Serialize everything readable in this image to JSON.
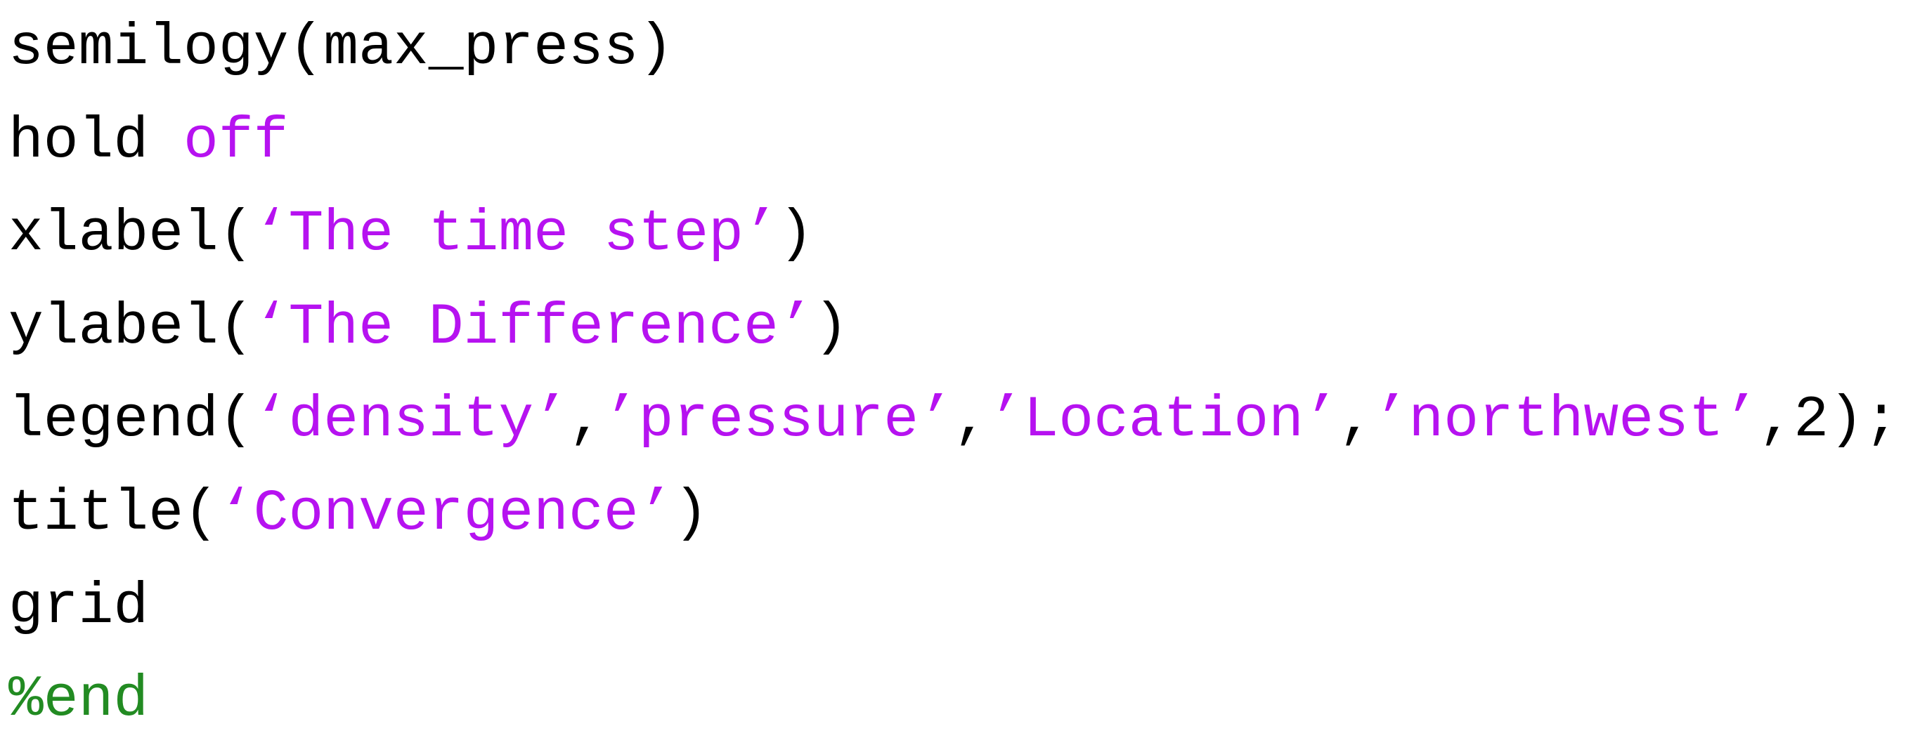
{
  "page": {
    "background": "#FFFFFF"
  },
  "colors": {
    "plain": "#000000",
    "string": "#B612F0",
    "comment": "#228B22"
  },
  "code": {
    "language": "matlab",
    "lines": [
      {
        "tokens": [
          {
            "type": "plain",
            "text": "semilogy(max_press)"
          }
        ]
      },
      {
        "tokens": [
          {
            "type": "plain",
            "text": "hold "
          },
          {
            "type": "string",
            "text": "off"
          }
        ]
      },
      {
        "tokens": [
          {
            "type": "plain",
            "text": "xlabel("
          },
          {
            "type": "string",
            "text": "‘The time step’"
          },
          {
            "type": "plain",
            "text": ")"
          }
        ]
      },
      {
        "tokens": [
          {
            "type": "plain",
            "text": "ylabel("
          },
          {
            "type": "string",
            "text": "‘The Difference’"
          },
          {
            "type": "plain",
            "text": ")"
          }
        ]
      },
      {
        "tokens": [
          {
            "type": "plain",
            "text": "legend("
          },
          {
            "type": "string",
            "text": "‘density’"
          },
          {
            "type": "plain",
            "text": ","
          },
          {
            "type": "string",
            "text": "’pressure’"
          },
          {
            "type": "plain",
            "text": ","
          },
          {
            "type": "string",
            "text": "’Location’"
          },
          {
            "type": "plain",
            "text": ","
          },
          {
            "type": "string",
            "text": "’northwest’"
          },
          {
            "type": "plain",
            "text": ",2);"
          }
        ]
      },
      {
        "tokens": [
          {
            "type": "plain",
            "text": "title("
          },
          {
            "type": "string",
            "text": "‘Convergence’"
          },
          {
            "type": "plain",
            "text": ")"
          }
        ]
      },
      {
        "tokens": [
          {
            "type": "plain",
            "text": "grid"
          }
        ]
      },
      {
        "tokens": [
          {
            "type": "comment",
            "text": "%end"
          }
        ]
      }
    ]
  }
}
